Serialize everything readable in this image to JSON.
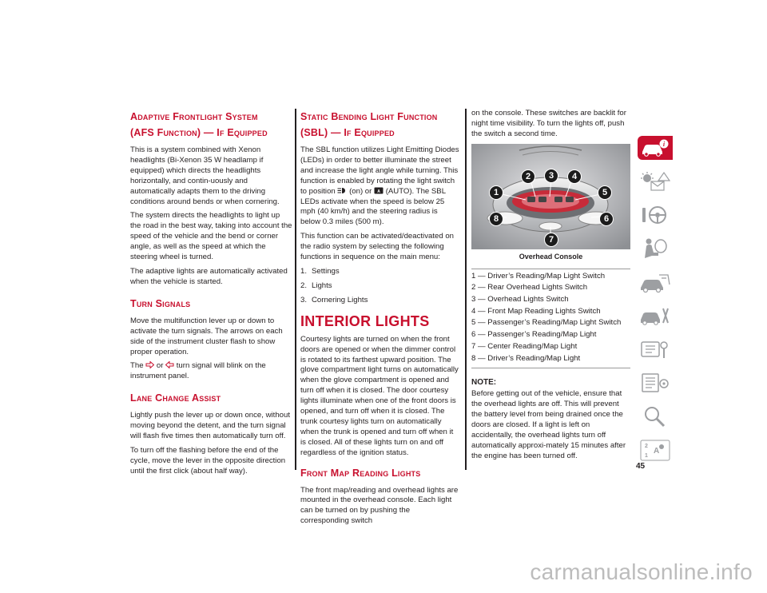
{
  "col1": {
    "h_afs_1": "Adaptive Frontlight System",
    "h_afs_2": "(AFS Function) — If Equipped",
    "afs_p1": "This is a system combined with Xenon headlights (Bi-Xenon 35 W headlamp if equipped) which directs the headlights horizontally, and contin-uously and automatically adapts them to the driving conditions around bends or when cornering.",
    "afs_p2": "The system directs the headlights to light up the road in the best way, taking into account the speed of the vehicle and the bend or corner angle, as well as the speed at which the steering wheel is turned.",
    "afs_p3": "The adaptive lights are automatically activated when the vehicle is started.",
    "h_turn": "Turn Signals",
    "turn_p1": "Move the multifunction lever up or down to activate the turn signals. The arrows on each side of the instrument cluster flash to show proper operation.",
    "turn_p2_a": "The",
    "turn_p2_or": "or",
    "turn_p2_b": "turn signal will blink on the instrument panel.",
    "h_lane": "Lane Change Assist",
    "lane_p1": "Lightly push the lever up or down once, without moving beyond the detent, and the turn signal will flash five times then automatically turn off.",
    "lane_p2": "To turn off the flashing before the end of the cycle, move the lever in the opposite direction until the first click (about half way)."
  },
  "col2": {
    "h_sbl_1": "Static Bending Light Function",
    "h_sbl_2": "(SBL) — If Equipped",
    "sbl_p1_a": "The SBL function utilizes Light Emitting Diodes (LEDs) in order to better illuminate the street and increase the light angle while turning. This function is enabled by rotating the light switch to position",
    "sbl_p1_b": "(on) or",
    "sbl_p1_c": "(AUTO). The SBL LEDs activate when the speed is below 25 mph (40 km/h) and the steering radius is below 0.3 miles (500 m).",
    "sbl_p2": "This function can be activated/deactivated on the radio system by selecting the following functions in sequence on the main menu:",
    "steps": [
      {
        "n": "1.",
        "t": "Settings"
      },
      {
        "n": "2.",
        "t": "Lights"
      },
      {
        "n": "3.",
        "t": "Cornering Lights"
      }
    ],
    "h_interior": "INTERIOR LIGHTS",
    "int_p1": "Courtesy lights are turned on when the front doors are opened or when the dimmer control is rotated to its farthest upward position. The glove compartment light turns on automatically when the glove compartment is opened and turn off when it is closed. The door courtesy lights illuminate when one of the front doors is opened, and turn off when it is closed. The trunk courtesy lights turn on automatically when the trunk is opened and turn off when it is closed. All of these lights turn on and off regardless of the ignition status.",
    "h_front_map": "Front Map Reading Lights",
    "fm_p1": "The front map/reading and overhead lights are mounted in the overhead console. Each light can be turned on by pushing the corresponding switch"
  },
  "col3": {
    "cont_p1": "on the console. These switches are backlit for night time visibility. To turn the lights off, push the switch a second time.",
    "figure_caption": "Overhead Console",
    "callouts": [
      "1",
      "2",
      "3",
      "4",
      "5",
      "6",
      "7",
      "8"
    ],
    "legend": [
      "1 — Driver’s Reading/Map Light Switch",
      "2 — Rear Overhead Lights Switch",
      "3 — Overhead Lights Switch",
      "4 — Front Map Reading Lights Switch",
      "5 — Passenger’s Reading/Map Light Switch",
      "6 — Passenger’s Reading/Map Light",
      "7 — Center Reading/Map Light",
      "8 — Driver’s Reading/Map Light"
    ],
    "note_title": "NOTE:",
    "note_text": "Before getting out of the vehicle, ensure that the overhead lights are off. This will prevent the battery level from being drained once the doors are closed. If a light is left on accidentally, the overhead lights turn off automatically approxi-mately 15 minutes after the engine has been turned off."
  },
  "page_number": "45",
  "sidebar_tabs": [
    "car-info-icon",
    "warning-lights-icon",
    "steering-wheel-icon",
    "safety-airbag-icon",
    "starting-driving-icon",
    "emergency-icon",
    "maintenance-tools-icon",
    "specifications-icon",
    "search-index-icon",
    "languages-icon"
  ],
  "watermark": "carmanualsonline.info",
  "colors": {
    "accent": "#c8102e",
    "text": "#231f20"
  }
}
